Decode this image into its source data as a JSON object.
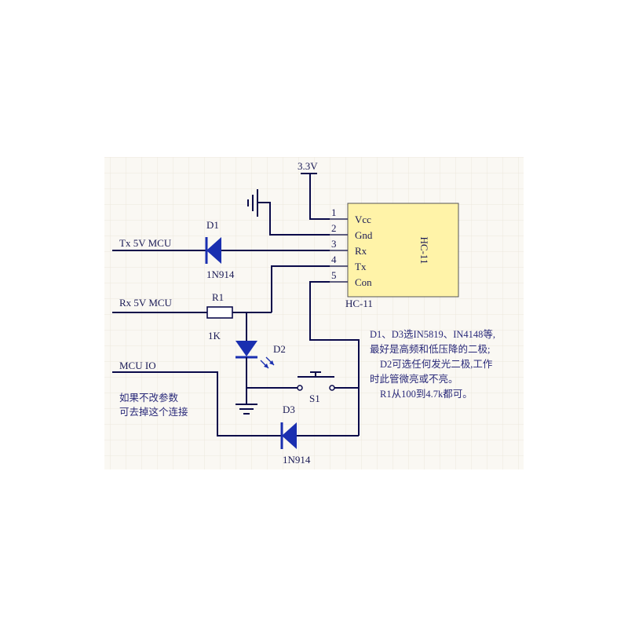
{
  "module": {
    "name": "HC-11",
    "vertical_label": "HC-11",
    "pins": [
      {
        "num": "1",
        "name": "Vcc"
      },
      {
        "num": "2",
        "name": "Gnd"
      },
      {
        "num": "3",
        "name": "Rx"
      },
      {
        "num": "4",
        "name": "Tx"
      },
      {
        "num": "5",
        "name": "Con"
      }
    ],
    "fill_color": "#fff3a8"
  },
  "power": {
    "label": "3.3V"
  },
  "signals": {
    "tx_mcu": "Tx  5V MCU",
    "rx_mcu": "Rx  5V MCU",
    "mcu_io": "MCU IO"
  },
  "components": {
    "d1": {
      "ref": "D1",
      "part": "1N914"
    },
    "r1": {
      "ref": "R1",
      "value": "1K"
    },
    "d2": {
      "ref": "D2"
    },
    "s1": {
      "ref": "S1"
    },
    "d3": {
      "ref": "D3",
      "part": "1N914"
    }
  },
  "notes": {
    "left": [
      "如果不改参数",
      "可去掉这个连接"
    ],
    "right": [
      "D1、D3选IN5819、IN4148等,",
      "最好是高频和低压降的二极;",
      "D2可选任何发光二极,工作",
      "时此管微亮或不亮。",
      "R1从100到4.7k都可。"
    ]
  },
  "colors": {
    "grid": "#ece7dc",
    "wire": "#0a0a4a",
    "diode": "#1a2fb0",
    "background": "#faf8f3"
  }
}
